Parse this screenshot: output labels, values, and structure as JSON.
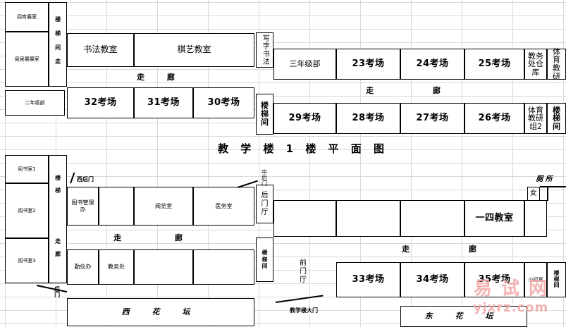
{
  "title": "教 学 楼 1 楼 平 面 图",
  "upper_left": {
    "office_a": "阅育展室",
    "office_b": "阅居展展室",
    "office_c": "二年级部",
    "stair_col": "楼梯间走",
    "calligraphy": "书法教室",
    "chess": "棋艺教室",
    "corridor": "走 廊",
    "writing": "写字书法"
  },
  "upper_exam_rooms": [
    "32考场",
    "31考场",
    "30考场"
  ],
  "upper_right": {
    "grade3": "三年级部",
    "exam_rooms_top": [
      "23考场",
      "24考场",
      "25考场"
    ],
    "storage": "教务处仓库",
    "pe_research": "体育教研",
    "corridor": "走 廊",
    "stairs": "楼梯间",
    "exam_rooms_bottom": [
      "29考场",
      "28考场",
      "27考场",
      "26考场"
    ],
    "pe_research2": "体育教研组2",
    "stairs_right": "楼梯间"
  },
  "lower_left": {
    "reading_rooms": [
      "阅书室1",
      "阅书室2",
      "阅书室3"
    ],
    "stairs": "楼梯",
    "walkway": "走廊",
    "back_door": "西后门",
    "library_office": "图书管理办",
    "reading_hall": "阅览室",
    "medical": "医务室",
    "corridor": "走 廊",
    "welfare": "勤俭办",
    "academic": "教务处",
    "west_back": "后门",
    "west_garden": "西 花 坛"
  },
  "center": {
    "middle_back": "中后门",
    "back_hall": "后门厅",
    "stair_hall": "楼梯间",
    "front_hall": "前门厅",
    "main_gate": "教学楼大门"
  },
  "lower_right": {
    "toilet": "厕 所",
    "female": "女",
    "classroom_14": "一四教室",
    "corridor": "走 廊",
    "exam_rooms": [
      "33考场",
      "34考场",
      "35考场"
    ],
    "small_room": "小招室",
    "stairs": "楼梯间",
    "east_garden": "东 花 坛"
  },
  "watermark": {
    "main": "易 试 网",
    "sub": "yjxrz.com"
  }
}
